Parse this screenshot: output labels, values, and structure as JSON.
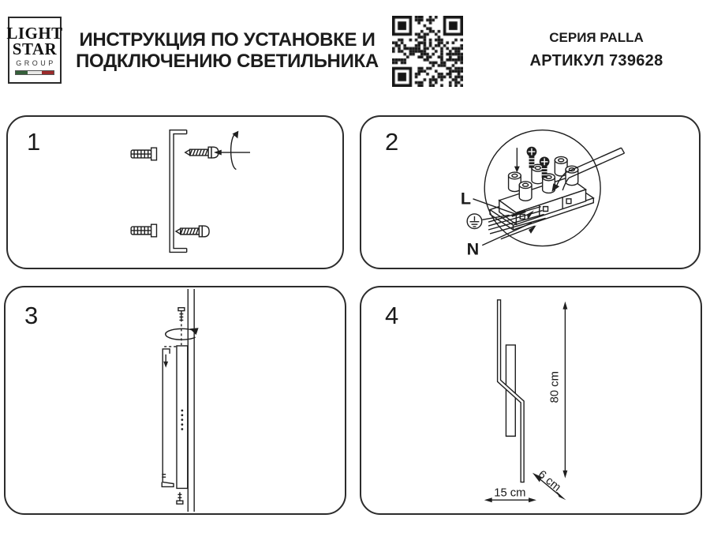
{
  "header": {
    "logo": {
      "word1": "LIGHT",
      "word2": "STAR",
      "word3": "GROUP",
      "flag_colors": [
        "#35603a",
        "#e9e9e7",
        "#9c2b2b"
      ]
    },
    "title_line1": "ИНСТРУКЦИЯ ПО УСТАНОВКЕ И",
    "title_line2": "ПОДКЛЮЧЕНИЮ СВЕТИЛЬНИКА",
    "series": "СЕРИЯ PALLA",
    "article": "АРТИКУЛ 739628"
  },
  "steps": {
    "one": {
      "number": "1"
    },
    "two": {
      "number": "2",
      "label_line": "L",
      "label_neutral": "N"
    },
    "three": {
      "number": "3"
    },
    "four": {
      "number": "4",
      "dim_height": "80 cm",
      "dim_depth": "6 cm",
      "dim_width": "15 cm"
    }
  },
  "colors": {
    "line": "#1f1f1f",
    "background": "#ffffff",
    "text": "#1a1a1a"
  }
}
